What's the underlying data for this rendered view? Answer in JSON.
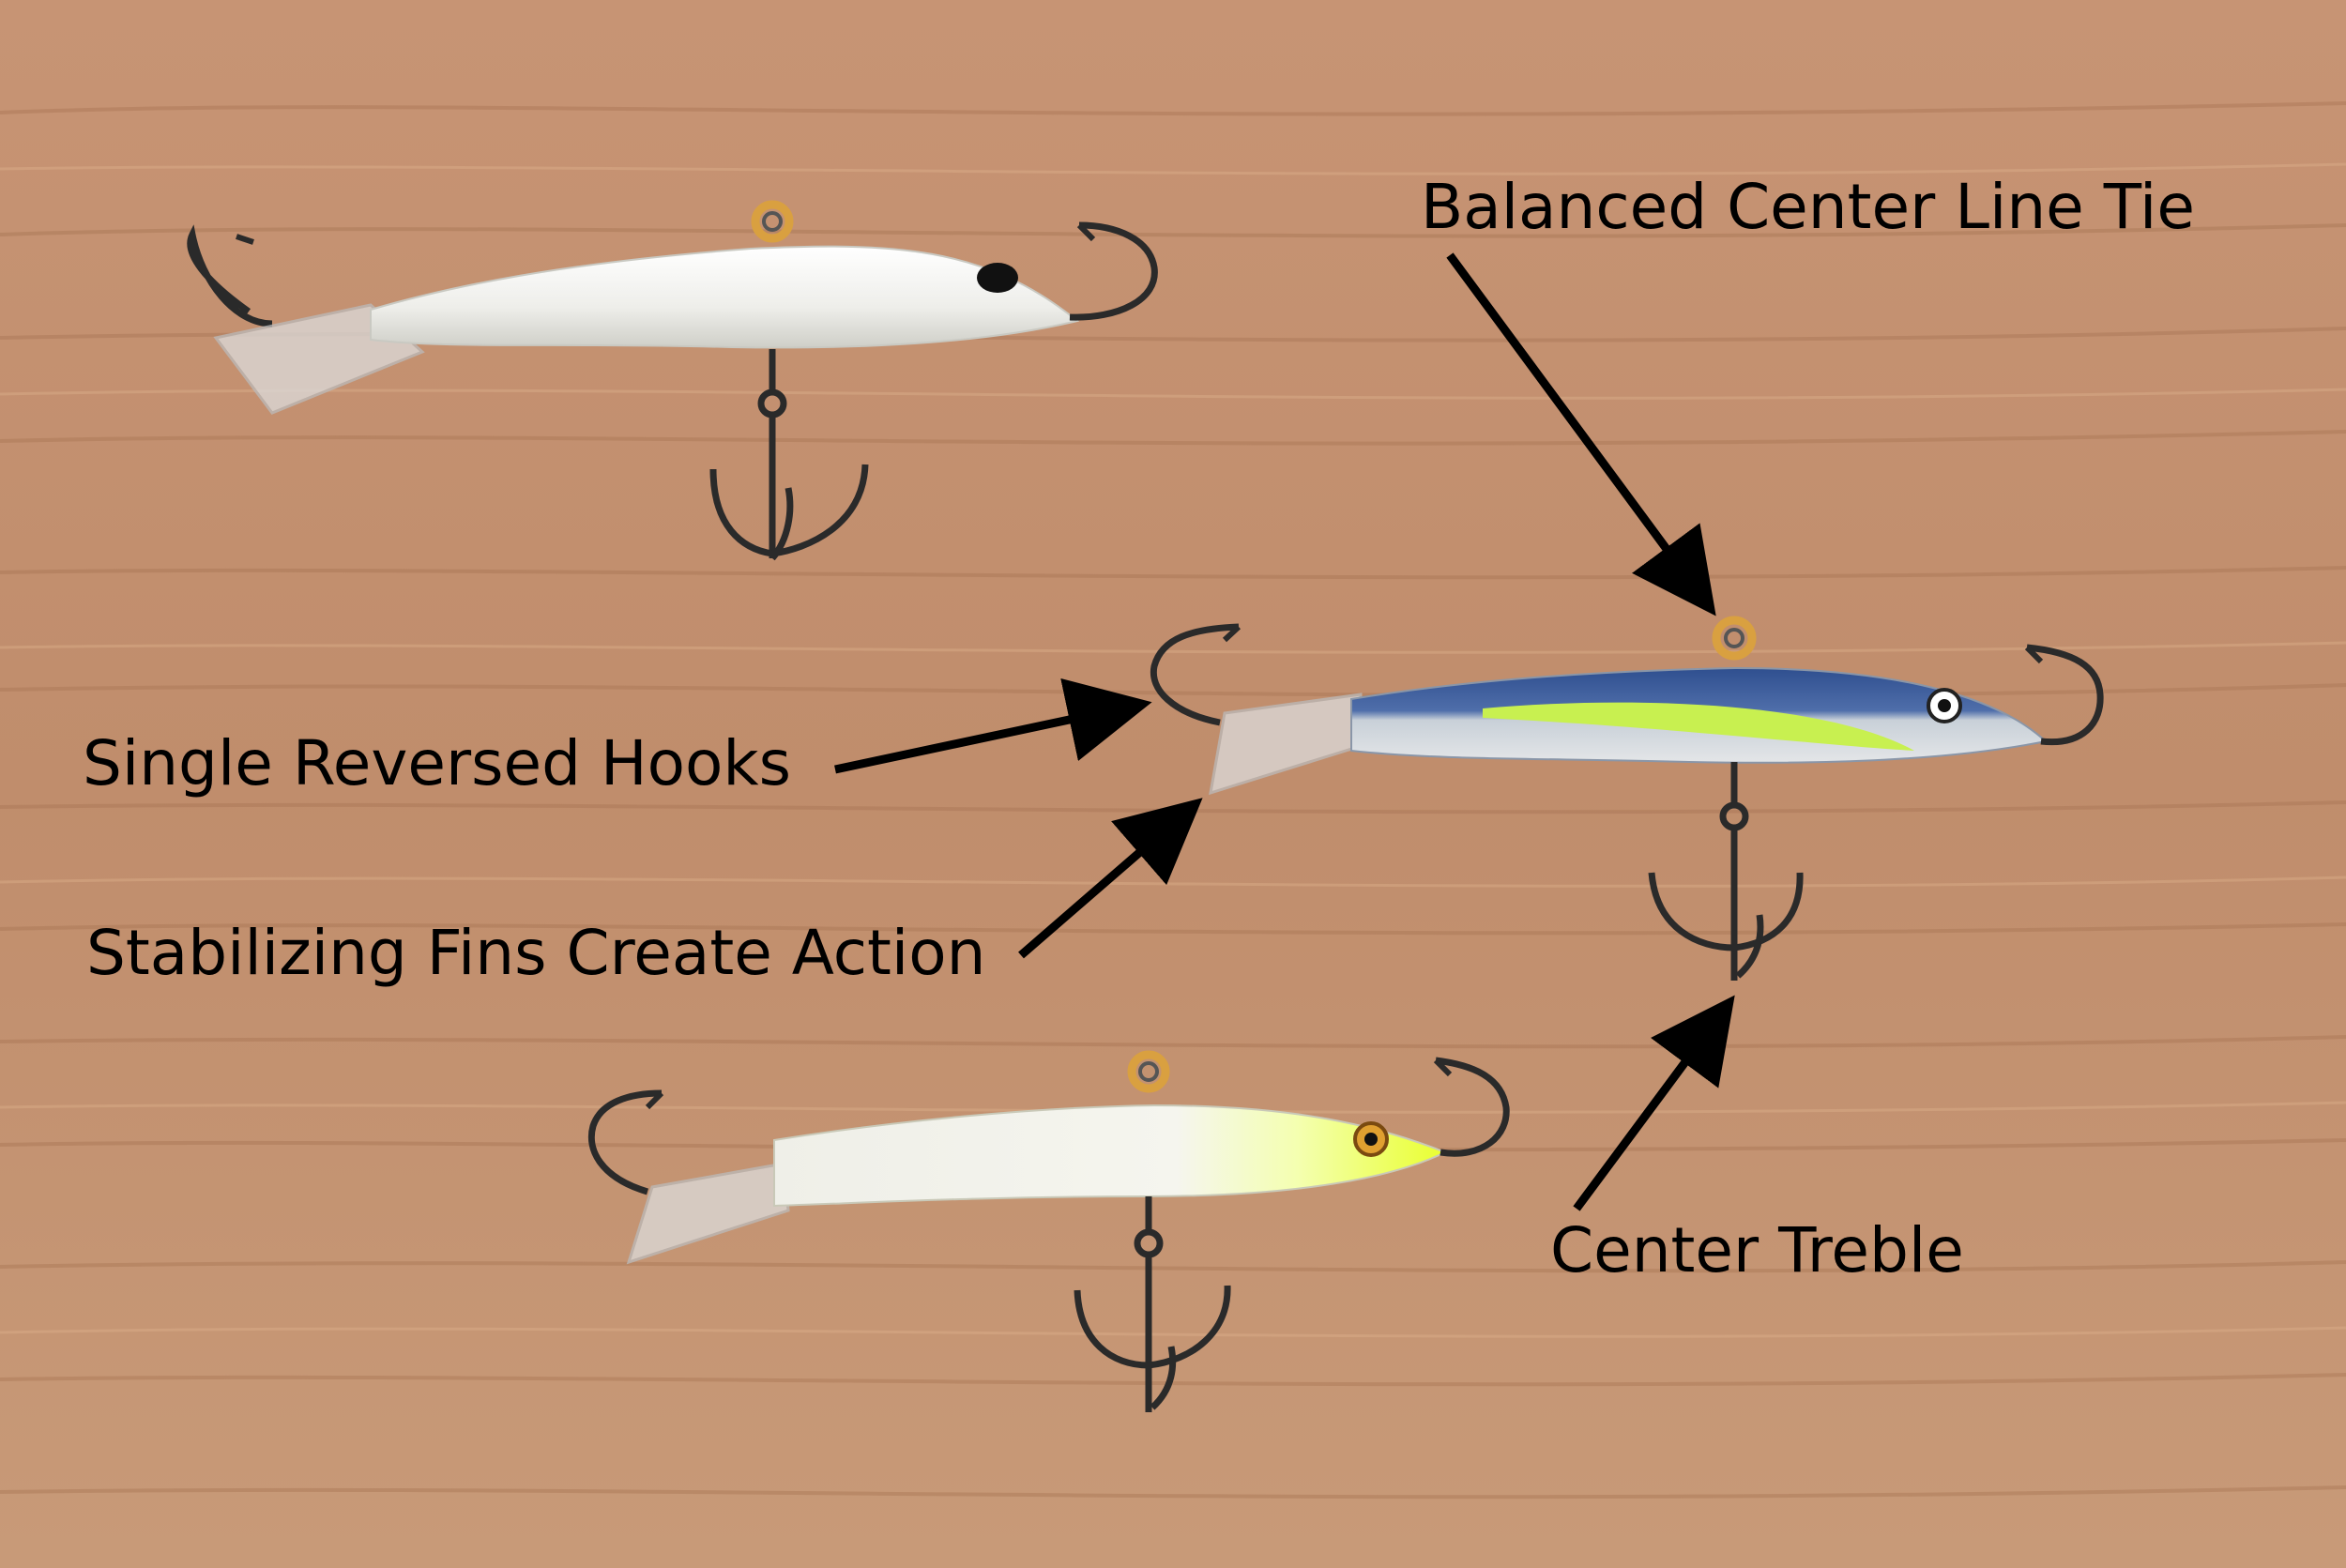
{
  "labels": {
    "balanced_tie": "Balanced Center Line Tie",
    "single_hooks": "Single Reversed Hooks",
    "stabilizing_fins": "Stabilizing Fins Create Action",
    "center_treble": "Center Treble"
  },
  "colors": {
    "background_wood": "#c39070",
    "wood_grain": "#a87655",
    "lure_white": "#f3f3ee",
    "lure_blue": "#3a5a9a",
    "lure_stripe": "#c8f050",
    "lure_chartreuse": "#eaff3a",
    "fin_clear": "#dcdcdc",
    "hook_dark": "#2a2a2a",
    "tie_orange": "#d9a040",
    "arrow": "#000000"
  },
  "objects": [
    {
      "name": "white-lure",
      "icon": "jigging-lure"
    },
    {
      "name": "blue-lure",
      "icon": "jigging-lure"
    },
    {
      "name": "chartreuse-lure",
      "icon": "jigging-lure"
    }
  ]
}
